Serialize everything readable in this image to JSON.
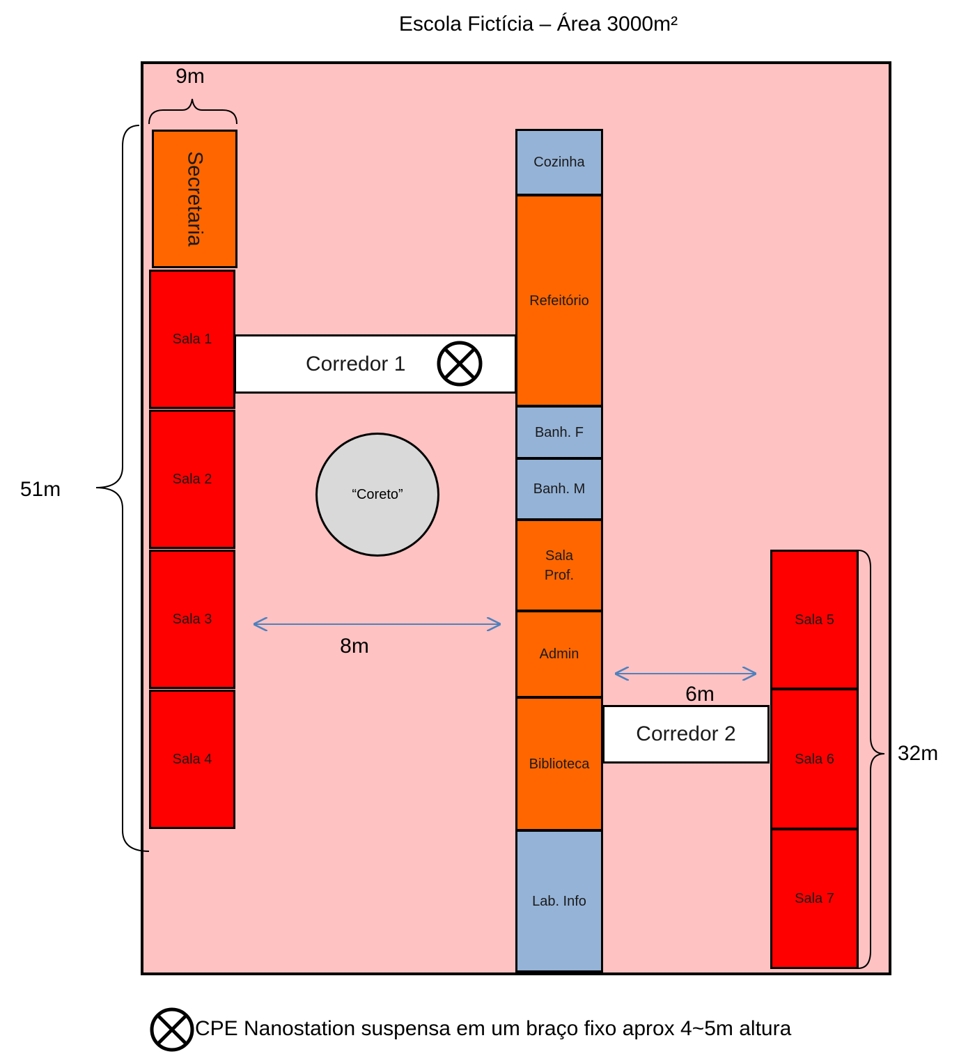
{
  "title": "Escola Fictícia – Área 3000m²",
  "rooms": {
    "secretaria": "Secretaria",
    "sala1": "Sala 1",
    "sala2": "Sala 2",
    "sala3": "Sala 3",
    "sala4": "Sala 4",
    "sala5": "Sala 5",
    "sala6": "Sala 6",
    "sala7": "Sala 7",
    "cozinha": "Cozinha",
    "refeitorio": "Refeitório",
    "banh_f": "Banh. F",
    "banh_m": "Banh. M",
    "sala_prof": "Sala Prof.",
    "admin": "Admin",
    "biblioteca": "Biblioteca",
    "lab_info": "Lab. Info",
    "corredor1": "Corredor 1",
    "corredor2": "Corredor 2",
    "coreto": "“Coreto”"
  },
  "dimensions": {
    "width_secretaria": "9m",
    "height_left": "51m",
    "gap_8": "8m",
    "gap_6": "6m",
    "height_right": "32m"
  },
  "legend": {
    "icon": "circle-x-icon",
    "text": "CPE  Nanostation suspensa em um braço fixo aprox 4~5m altura"
  },
  "colors": {
    "background": "#FFC2C2",
    "orange": "#FF6600",
    "red": "#FF0000",
    "blue": "#95B3D7",
    "arrow": "#4F81BD"
  }
}
